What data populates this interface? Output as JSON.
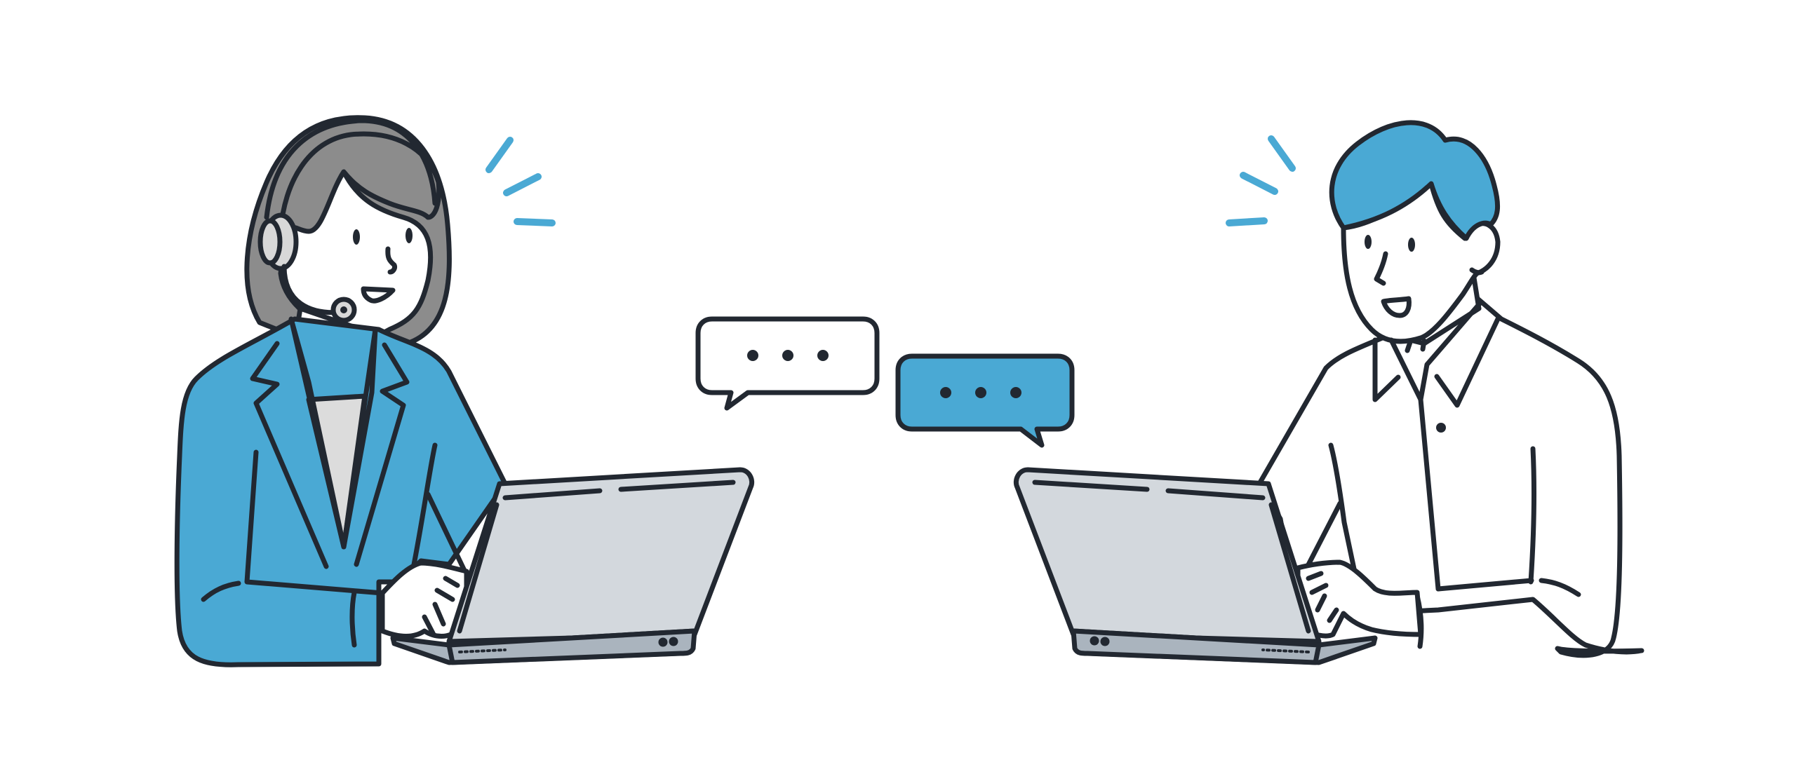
{
  "illustration": {
    "left_person": {
      "role": "support-agent",
      "wears_headset": true,
      "hair_color": "#8c8c8c",
      "jacket_color": "#4aa9d4",
      "shirt_color": "#dcdcdc"
    },
    "right_person": {
      "role": "customer",
      "hair_color": "#4aa9d4",
      "shirt_color": "#ffffff"
    },
    "left_bubble": {
      "fill": "#ffffff",
      "dots": 3
    },
    "right_bubble": {
      "fill": "#4aa9d4",
      "dots": 3
    },
    "laptop_color": "#d3d8dd",
    "laptop_base_color": "#aab4be",
    "accent_color": "#4aa9d4",
    "outline_color": "#222831"
  }
}
